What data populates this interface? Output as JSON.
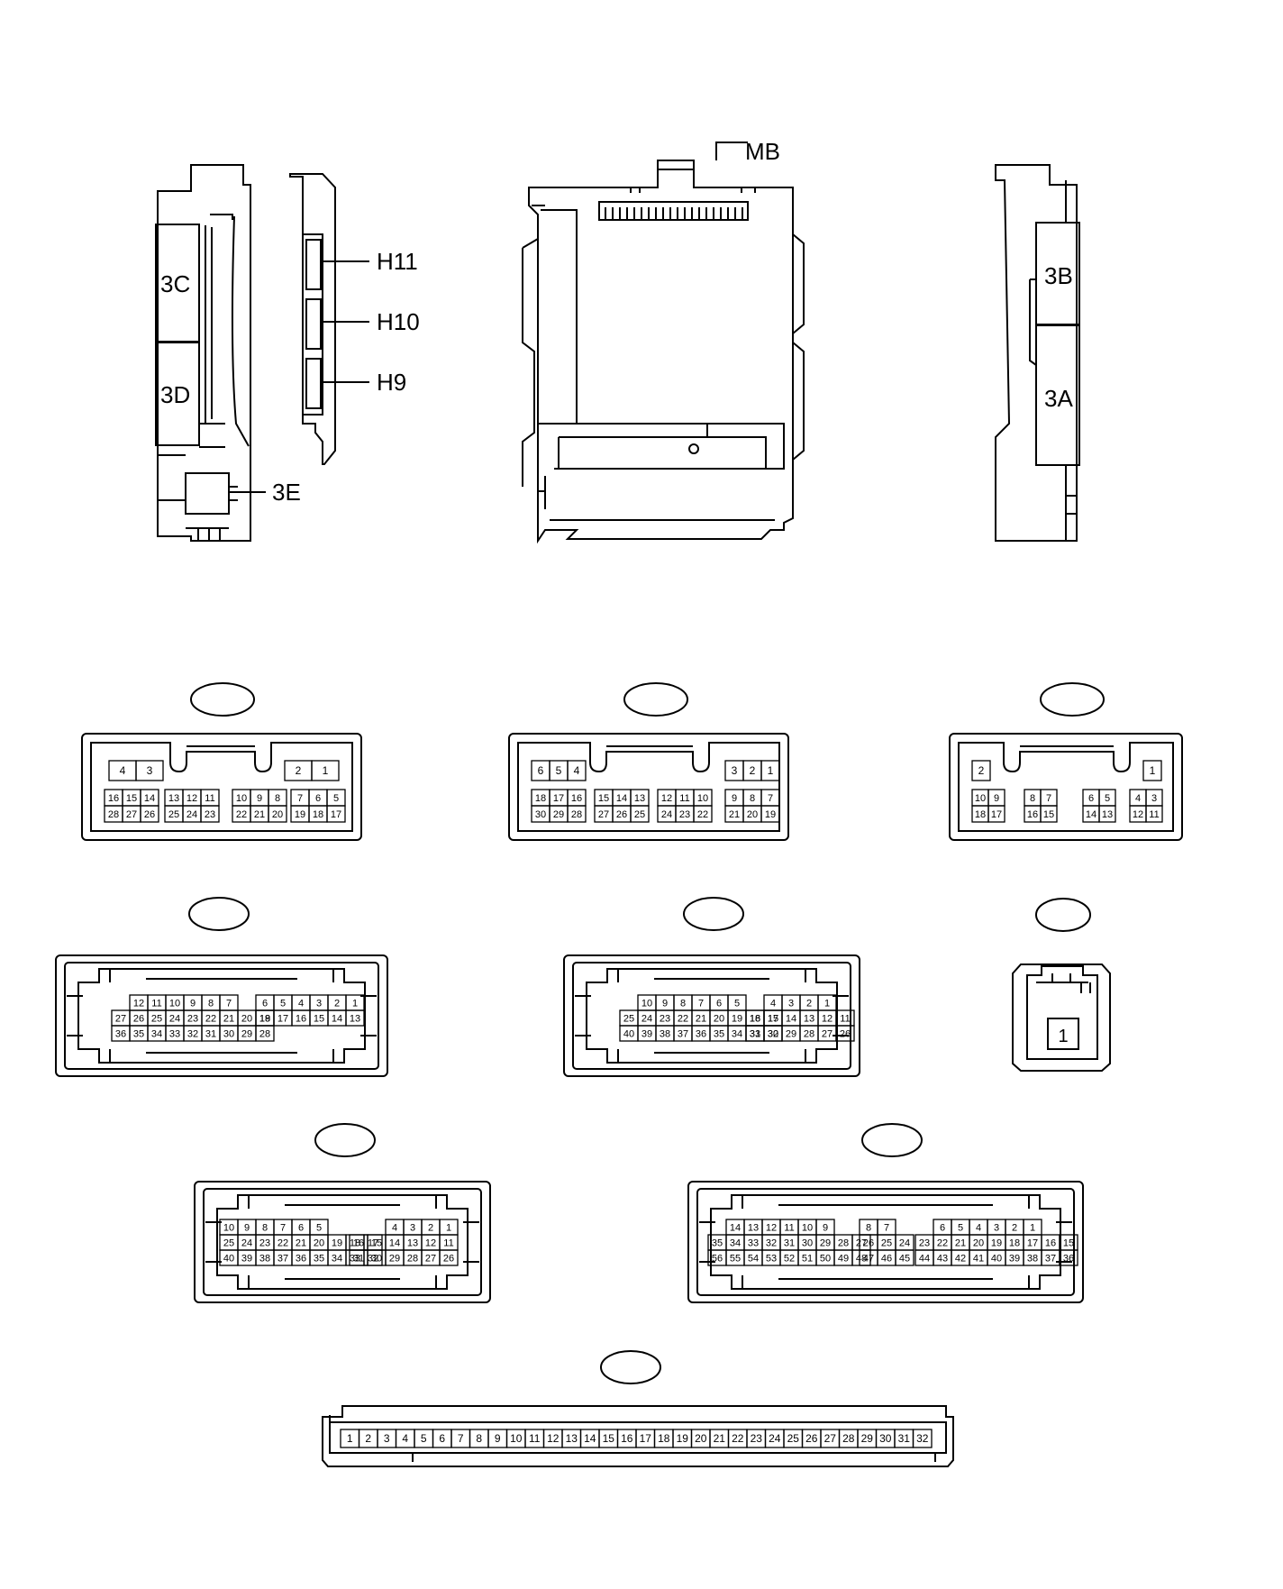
{
  "layout_labels": {
    "mb": "MB",
    "h11": "H11",
    "h10": "H10",
    "h9": "H9",
    "c3c": "3C",
    "c3d": "3D",
    "c3e": "3E",
    "c3b": "3B",
    "c3a": "3A"
  },
  "connectors": {
    "H9": {
      "title": "H9",
      "top_left": [
        "4",
        "3"
      ],
      "top_right": [
        "2",
        "1"
      ],
      "row1": [
        [
          "16",
          "15",
          "14"
        ],
        [
          "13",
          "12",
          "11"
        ],
        [
          "10",
          "9",
          "8"
        ],
        [
          "7",
          "6",
          "5"
        ]
      ],
      "row2": [
        [
          "28",
          "27",
          "26"
        ],
        [
          "25",
          "24",
          "23"
        ],
        [
          "22",
          "21",
          "20"
        ],
        [
          "19",
          "18",
          "17"
        ]
      ]
    },
    "H10": {
      "title": "H10",
      "top_left": [
        "6",
        "5",
        "4"
      ],
      "top_right": [
        "3",
        "2",
        "1"
      ],
      "row1": [
        [
          "18",
          "17",
          "16"
        ],
        [
          "15",
          "14",
          "13"
        ],
        [
          "12",
          "11",
          "10"
        ],
        [
          "9",
          "8",
          "7"
        ]
      ],
      "row2": [
        [
          "30",
          "29",
          "28"
        ],
        [
          "27",
          "26",
          "25"
        ],
        [
          "24",
          "23",
          "22"
        ],
        [
          "21",
          "20",
          "19"
        ]
      ]
    },
    "H11": {
      "title": "H11",
      "top_left": [
        "2"
      ],
      "top_right": [
        "1"
      ],
      "row1": [
        [
          "10",
          "9"
        ],
        [
          "8",
          "7"
        ],
        [
          "6",
          "5"
        ],
        [
          "4",
          "3"
        ]
      ],
      "row2": [
        [
          "18",
          "17"
        ],
        [
          "16",
          "15"
        ],
        [
          "14",
          "13"
        ],
        [
          "12",
          "11"
        ]
      ]
    },
    "3C": {
      "title": "3C",
      "left_rows": [
        [
          "12",
          "11",
          "10",
          "9",
          "8",
          "7"
        ],
        [
          "27",
          "26",
          "25",
          "24",
          "23",
          "22",
          "21",
          "20",
          "19"
        ],
        [
          "36",
          "35",
          "34",
          "33",
          "32",
          "31",
          "30",
          "29",
          "28"
        ]
      ],
      "right_rows": [
        [
          "6",
          "5",
          "4",
          "3",
          "2",
          "1"
        ],
        [
          "18",
          "17",
          "16",
          "15",
          "14",
          "13"
        ]
      ]
    },
    "3D": {
      "title": "3D",
      "left_rows": [
        [
          "10",
          "9",
          "8",
          "7",
          "6",
          "5"
        ],
        [
          "25",
          "24",
          "23",
          "22",
          "21",
          "20",
          "19",
          "18",
          "17"
        ],
        [
          "40",
          "39",
          "38",
          "37",
          "36",
          "35",
          "34",
          "33",
          "32"
        ]
      ],
      "right_rows": [
        [
          "4",
          "3",
          "2",
          "1"
        ],
        [
          "16",
          "15",
          "14",
          "13",
          "12",
          "11"
        ],
        [
          "31",
          "30",
          "29",
          "28",
          "27",
          "26"
        ]
      ]
    },
    "3E": {
      "title": "3E",
      "pins": [
        "1"
      ]
    },
    "3B": {
      "title": "3B",
      "left_rows": [
        [
          "10",
          "9",
          "8",
          "7",
          "6",
          "5"
        ],
        [
          "25",
          "24",
          "23",
          "22",
          "21",
          "20",
          "19",
          "18",
          "17"
        ],
        [
          "40",
          "39",
          "38",
          "37",
          "36",
          "35",
          "34",
          "33",
          "32"
        ]
      ],
      "right_rows": [
        [
          "4",
          "3",
          "2",
          "1"
        ],
        [
          "16",
          "15",
          "14",
          "13",
          "12",
          "11"
        ],
        [
          "31",
          "30",
          "29",
          "28",
          "27",
          "26"
        ]
      ]
    },
    "3A": {
      "title": "3A",
      "left_rows": [
        [
          "14",
          "13",
          "12",
          "11",
          "10",
          "9"
        ],
        [
          "35",
          "34",
          "33",
          "32",
          "31",
          "30",
          "29",
          "28",
          "27"
        ],
        [
          "56",
          "55",
          "54",
          "53",
          "52",
          "51",
          "50",
          "49",
          "48"
        ]
      ],
      "mid_rows": [
        [
          "8",
          "7"
        ],
        [
          "26",
          "25",
          "24"
        ],
        [
          "47",
          "46",
          "45"
        ]
      ],
      "right_rows": [
        [
          "6",
          "5",
          "4",
          "3",
          "2",
          "1"
        ],
        [
          "23",
          "22",
          "21",
          "20",
          "19",
          "18",
          "17",
          "16",
          "15"
        ],
        [
          "44",
          "43",
          "42",
          "41",
          "40",
          "39",
          "38",
          "37",
          "36"
        ]
      ]
    },
    "MB": {
      "title": "MB",
      "pins": [
        "1",
        "2",
        "3",
        "4",
        "5",
        "6",
        "7",
        "8",
        "9",
        "10",
        "11",
        "12",
        "13",
        "14",
        "15",
        "16",
        "17",
        "18",
        "19",
        "20",
        "21",
        "22",
        "23",
        "24",
        "25",
        "26",
        "27",
        "28",
        "29",
        "30",
        "31",
        "32"
      ]
    }
  }
}
